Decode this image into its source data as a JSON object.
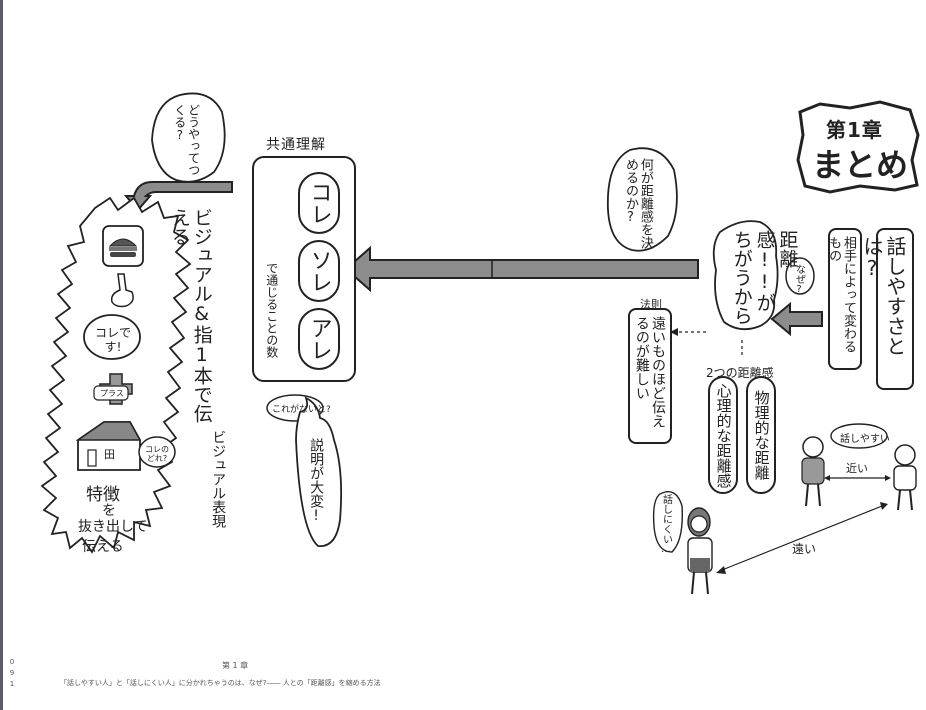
{
  "title_block": {
    "chapter": "第1章",
    "summary": "まとめ"
  },
  "right_section": {
    "question": "話しやすさとは?",
    "changes": "相手によって変わるもの",
    "why": "なぜ?",
    "reason": "距離感!!がちがうから",
    "what_decides": "何が距離感を決めるのか?",
    "law_label": "法則",
    "law_text": "遠いものほど伝えるのが難しい",
    "two_types_label": "2つの距離感",
    "physical": "物理的な距離",
    "psychological": "心理的な距離感",
    "easy_to_talk": "話しやすい",
    "close": "近い",
    "hard_to_talk": "話しにくい…",
    "far": "遠い"
  },
  "center_section": {
    "label": "共通理解",
    "words": [
      "コレ",
      "ソレ",
      "アレ"
    ],
    "count_label": "で通じることの数",
    "without": "これがないと?",
    "hard": "説明が大変!"
  },
  "left_section": {
    "how_question": "どうやってつくる?",
    "visual_fingers": "ビジュアル&指1本で伝える",
    "this_one": "コレです!",
    "plus": "プラス",
    "which_one": "コレのどれ?",
    "house_sign": "田",
    "features": [
      "特徴",
      "を",
      "抜き出して",
      "伝える"
    ],
    "visual_expression": "ビジュアル表現"
  },
  "footer": {
    "page_digits": [
      "0",
      "9",
      "1"
    ],
    "chapter": "第 1 章",
    "book_title": "「話しやすい人」と「話しにくい人」に分かれちゃうのは、なぜ?―― 人との「距離感」を縮める方法"
  }
}
